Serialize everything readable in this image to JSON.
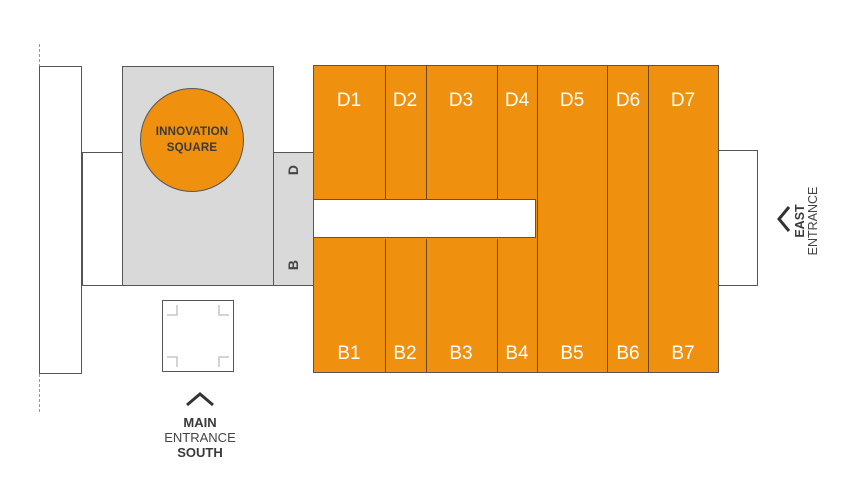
{
  "map": {
    "innovation_square": [
      "INNOVATION",
      "SQUARE"
    ],
    "side_labels": {
      "top": "D",
      "bottom": "B"
    },
    "booths_top": [
      "D1",
      "D2",
      "D3",
      "D4",
      "D5",
      "D6",
      "D7"
    ],
    "booths_bottom": [
      "B1",
      "B2",
      "B3",
      "B4",
      "B5",
      "B6",
      "B7"
    ],
    "colors": {
      "hall": "#f0900f",
      "grey_area": "#d9d9d9",
      "outline": "#555555"
    }
  },
  "entrances": {
    "main": {
      "line1": "MAIN",
      "line2": "ENTRANCE",
      "line3": "SOUTH",
      "icon": "chevron-up-icon"
    },
    "east": {
      "line1": "EAST",
      "line2": "ENTRANCE",
      "icon": "chevron-left-icon"
    }
  }
}
